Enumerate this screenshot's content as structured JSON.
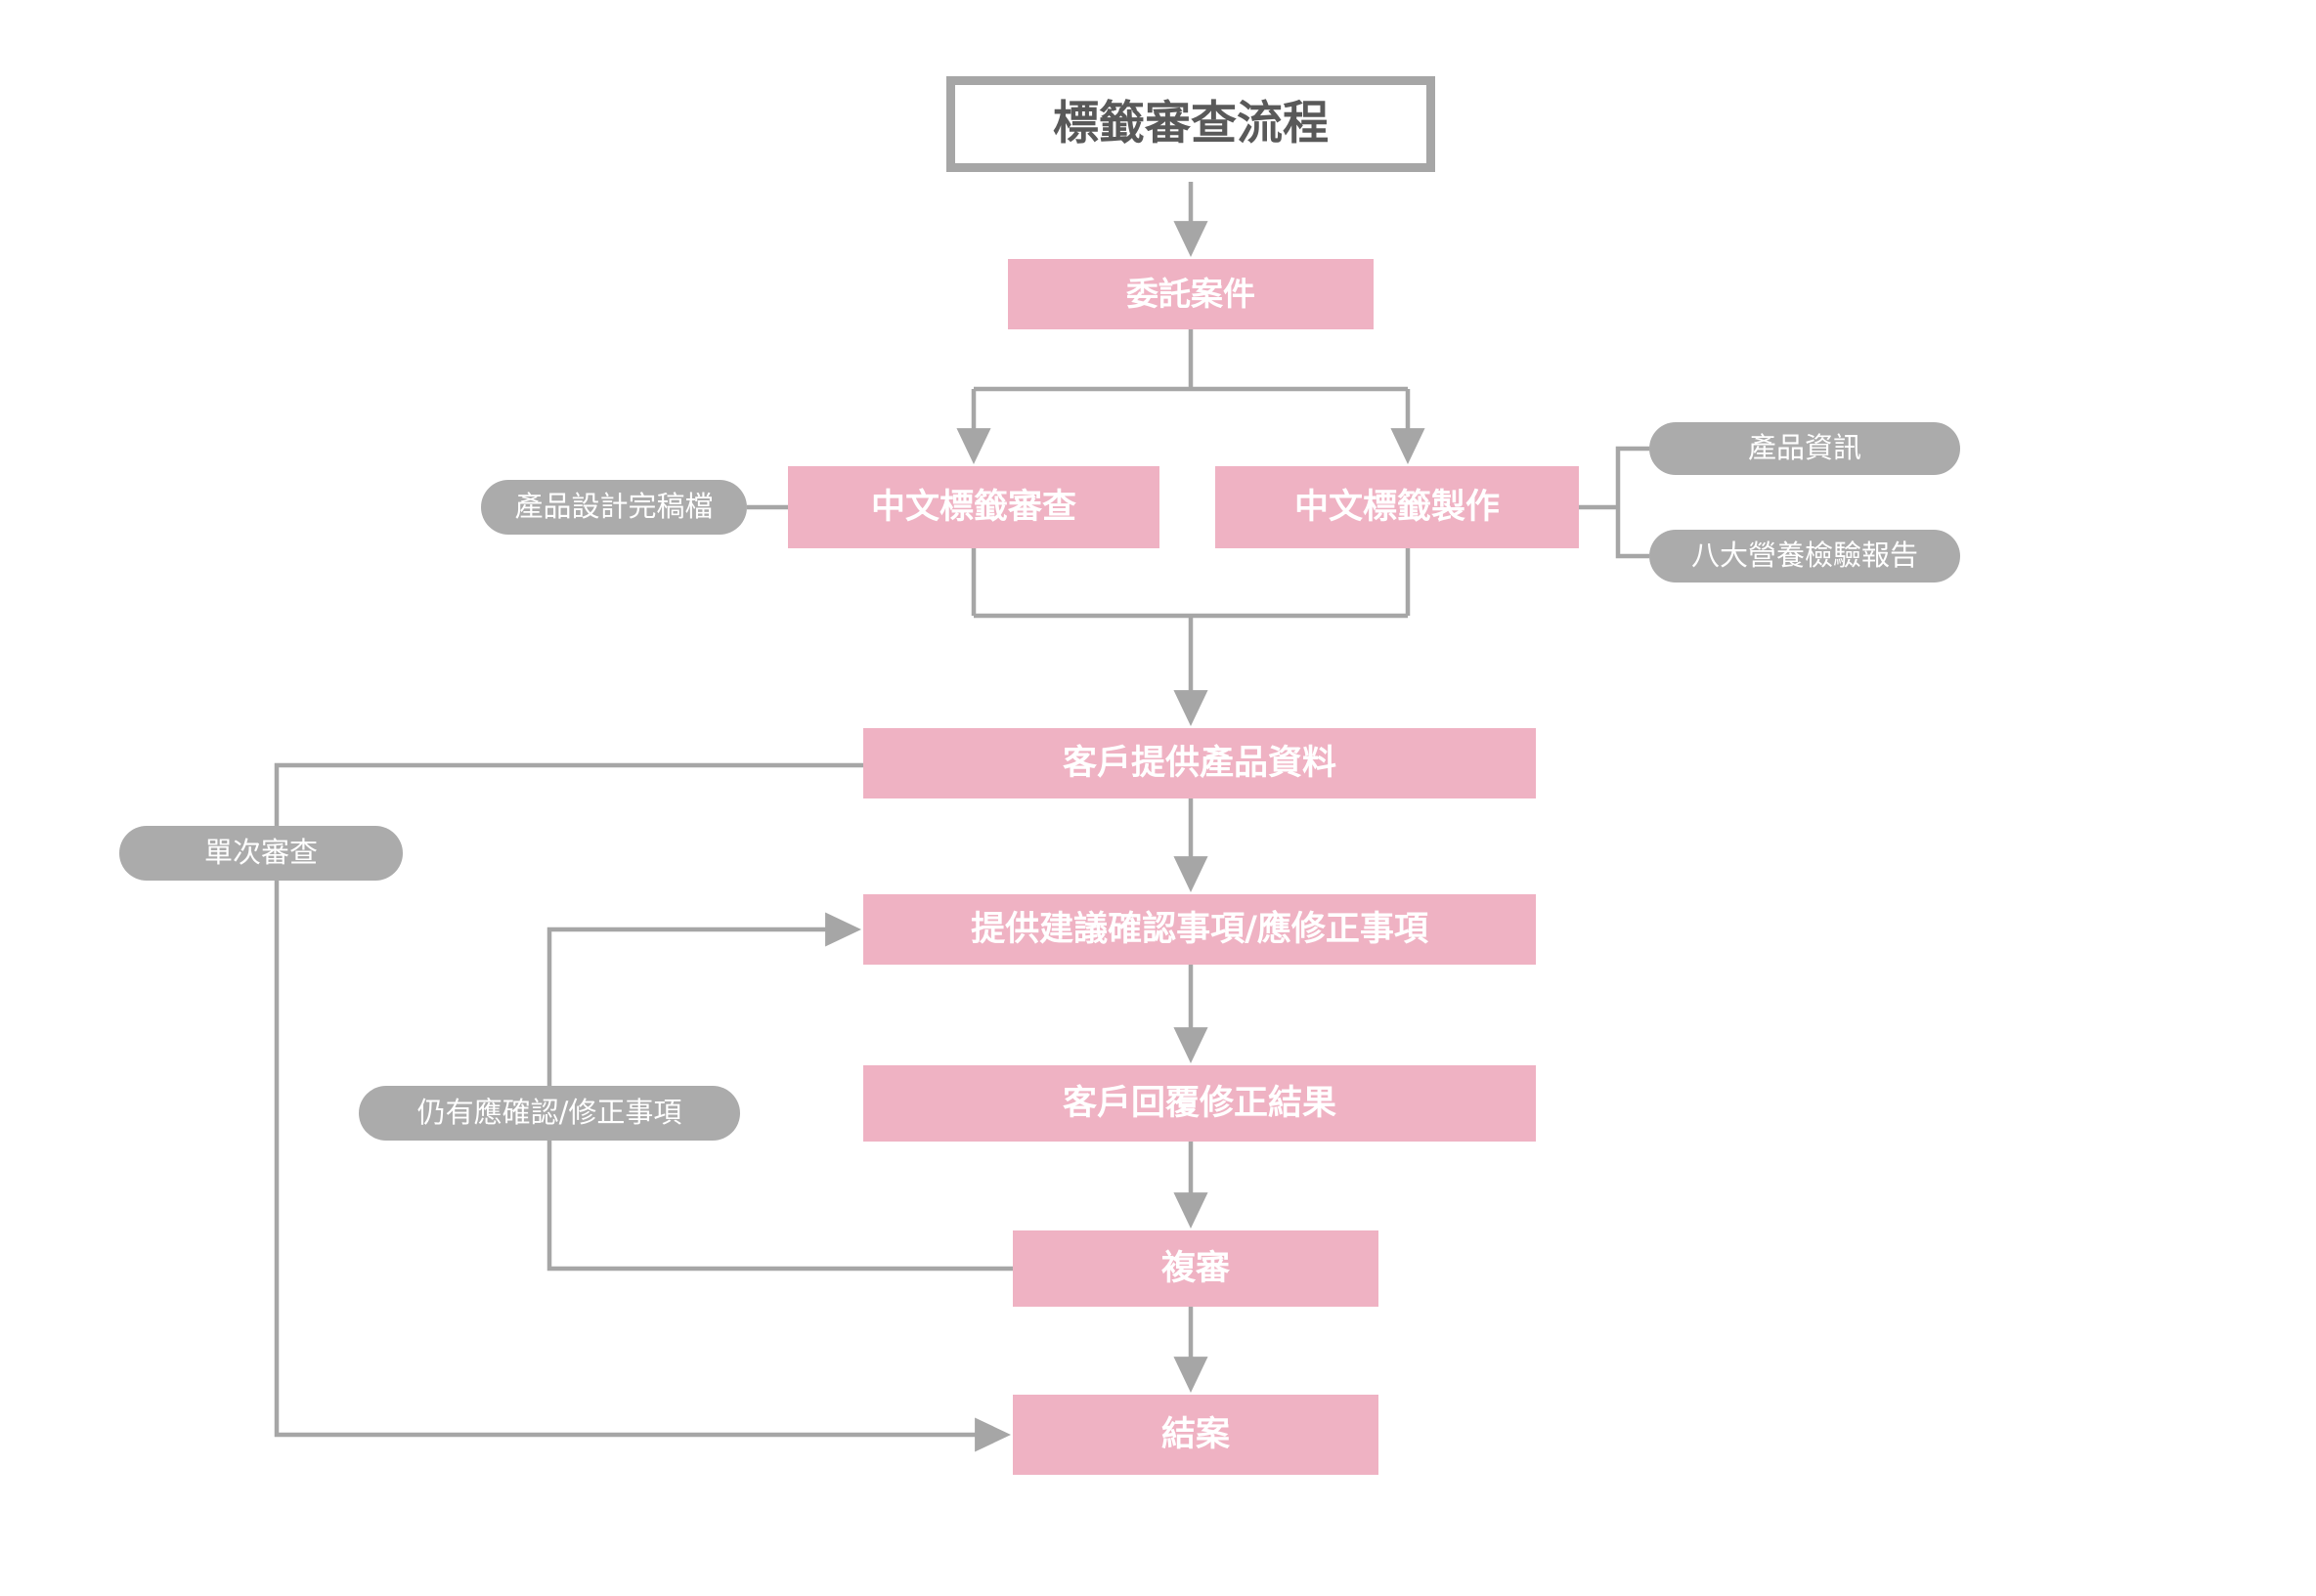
{
  "title": {
    "text": "標籤審查流程"
  },
  "colors": {
    "process_fill": "#efb2c3",
    "annotation_fill": "#ababab",
    "connector": "#a6a6a6",
    "title_border": "#a6a6a6",
    "title_text": "#595959",
    "node_text": "#ffffff",
    "background": "#ffffff"
  },
  "nodes": {
    "commission": {
      "label": "委託案件",
      "type": "process"
    },
    "cn_label_review": {
      "label": "中文標籤審查",
      "type": "process"
    },
    "cn_label_make": {
      "label": "中文標籤製作",
      "type": "process"
    },
    "customer_data": {
      "label": "客戶提供產品資料",
      "type": "process"
    },
    "suggest_items": {
      "label": "提供建議確認事項/應修正事項",
      "type": "process"
    },
    "customer_reply": {
      "label": "客戶回覆修正結果",
      "type": "process"
    },
    "recheck": {
      "label": "複審",
      "type": "process"
    },
    "close_case": {
      "label": "結案",
      "type": "process"
    }
  },
  "annotations": {
    "design_file": {
      "label": "產品設計完稿檔",
      "type": "annotation"
    },
    "product_info": {
      "label": "產品資訊",
      "type": "annotation"
    },
    "nutrition_report": {
      "label": "八大營養檢驗報告",
      "type": "annotation"
    },
    "single_review": {
      "label": "單次審查",
      "type": "annotation"
    },
    "still_items": {
      "label": "仍有應確認/修正事項",
      "type": "annotation"
    }
  },
  "edges": [
    {
      "from": "title",
      "to": "commission",
      "style": "arrow"
    },
    {
      "from": "commission",
      "to": "cn_label_review",
      "style": "arrow-fork-left"
    },
    {
      "from": "commission",
      "to": "cn_label_make",
      "style": "arrow-fork-right"
    },
    {
      "from": "design_file",
      "to": "cn_label_review",
      "style": "plain"
    },
    {
      "from": "cn_label_make",
      "to": "product_info",
      "style": "plain"
    },
    {
      "from": "cn_label_make",
      "to": "nutrition_report",
      "style": "plain"
    },
    {
      "from": "cn_label_review",
      "to": "customer_data",
      "style": "merge-arrow"
    },
    {
      "from": "cn_label_make",
      "to": "customer_data",
      "style": "merge-arrow"
    },
    {
      "from": "customer_data",
      "to": "suggest_items",
      "style": "arrow"
    },
    {
      "from": "suggest_items",
      "to": "customer_reply",
      "style": "arrow"
    },
    {
      "from": "customer_reply",
      "to": "recheck",
      "style": "arrow"
    },
    {
      "from": "recheck",
      "to": "close_case",
      "style": "arrow"
    },
    {
      "from": "recheck",
      "to": "suggest_items",
      "label_ref": "still_items",
      "style": "loop-left-arrow"
    },
    {
      "from": "customer_data",
      "to": "close_case",
      "label_ref": "single_review",
      "style": "loop-far-left-arrow"
    }
  ]
}
